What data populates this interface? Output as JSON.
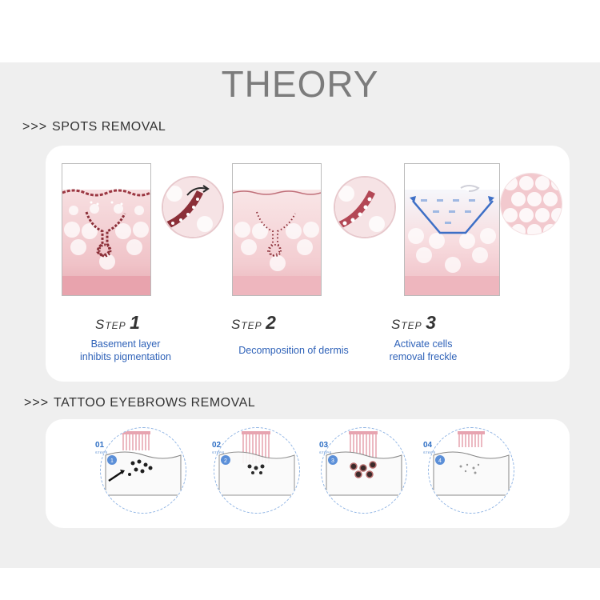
{
  "title": "THEORY",
  "spots": {
    "arrows": ">>>",
    "heading": "SPOTS REMOVAL",
    "steps": [
      {
        "word": "Step",
        "num": "1",
        "line1": "Basement layer",
        "line2": "inhibits pigmentation"
      },
      {
        "word": "Step",
        "num": "2",
        "line1": "Decomposition of dermis",
        "line2": ""
      },
      {
        "word": "Step",
        "num": "3",
        "line1": "Activate cells",
        "line2": "removal freckle"
      }
    ]
  },
  "tattoo": {
    "arrows": ">>>",
    "heading": "TATTOO EYEBROWS REMOVAL",
    "steps": [
      {
        "num": "01",
        "label": "STEPS"
      },
      {
        "num": "02",
        "label": "STEPS"
      },
      {
        "num": "03",
        "label": "STEPS"
      },
      {
        "num": "04",
        "label": "STEPS"
      }
    ]
  },
  "colors": {
    "accent_blue": "#2f62b8",
    "skin_pink": "#f1c9cd",
    "pigment": "#8b2f38"
  }
}
